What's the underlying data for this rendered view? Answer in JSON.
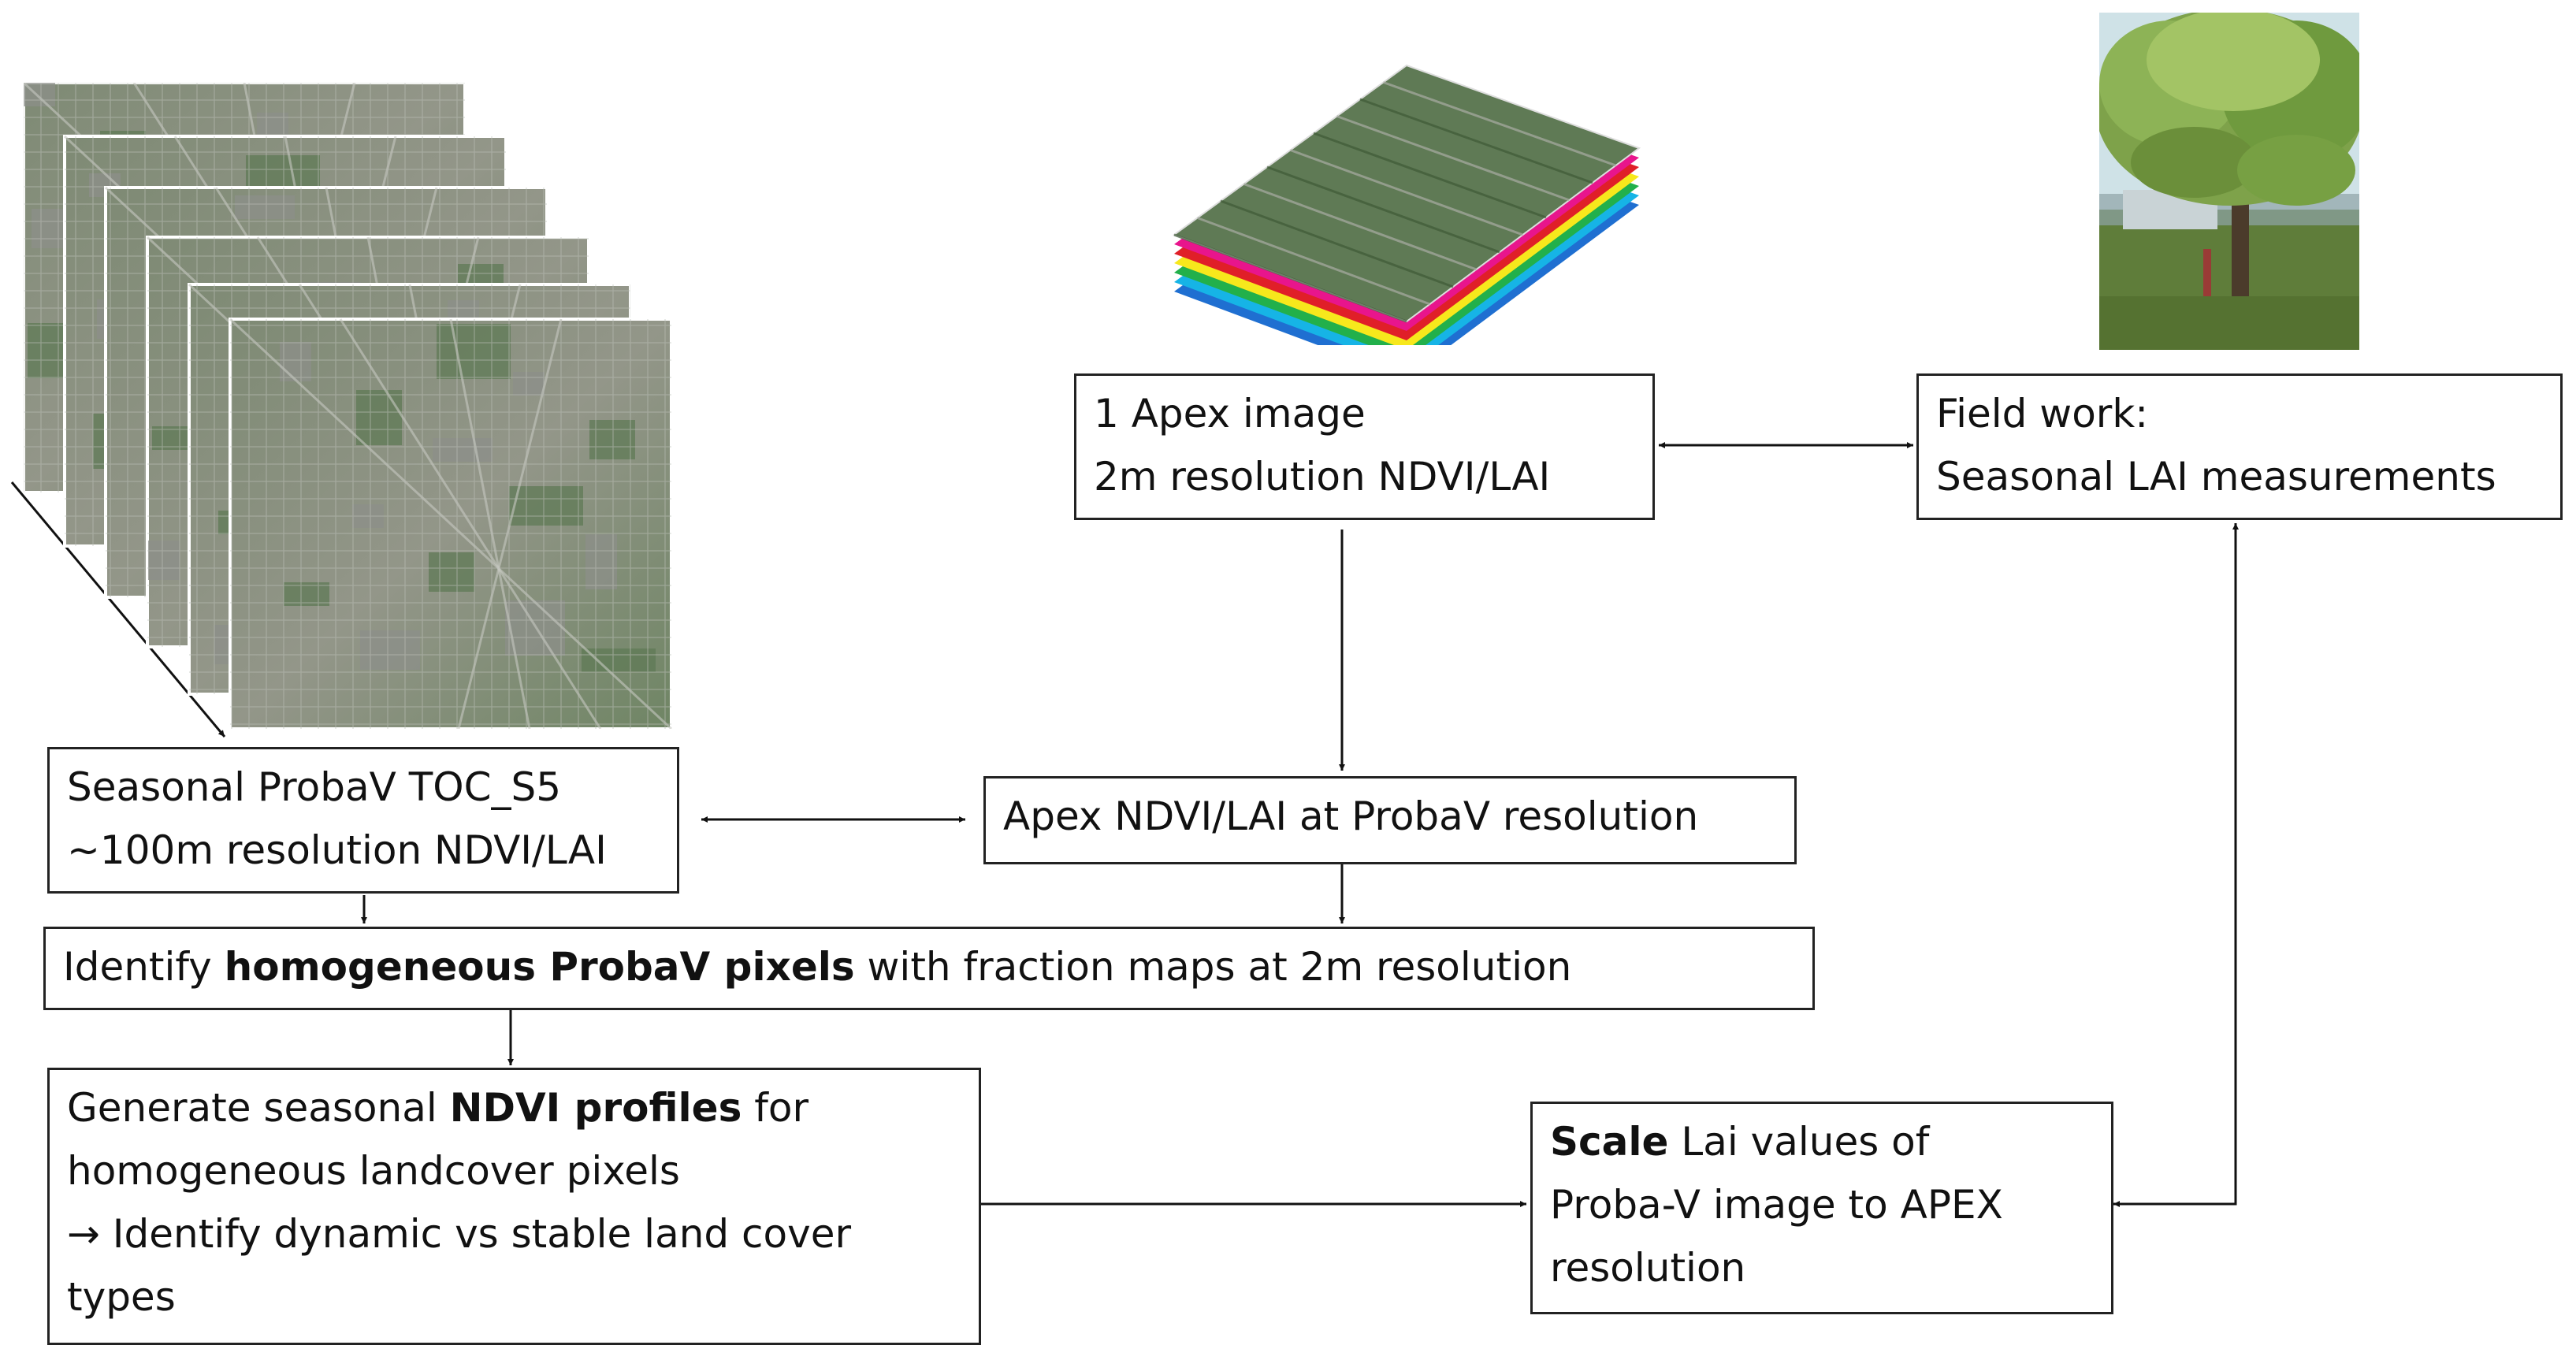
{
  "diagram": {
    "boxes": {
      "apex_image": {
        "line1": "1 Apex image",
        "line2": "2m resolution NDVI/LAI"
      },
      "field_work": {
        "line1": "Field work:",
        "line2": "Seasonal LAI measurements"
      },
      "probav": {
        "line1": "Seasonal ProbaV TOC_S5",
        "line2": "~100m resolution NDVI/LAI"
      },
      "apex_at_probav": {
        "line1": "Apex NDVI/LAI at ProbaV resolution"
      },
      "identify": {
        "prefix": "Identify ",
        "bold": "homogeneous ProbaV pixels",
        "suffix": " with fraction maps at 2m resolution"
      },
      "generate": {
        "line1_prefix": "Generate seasonal ",
        "line1_bold": "NDVI profiles",
        "line1_suffix": " for",
        "line2": "homogeneous landcover pixels",
        "line3": "→ Identify dynamic vs stable land cover",
        "line4": "types"
      },
      "scale": {
        "line1_bold": "Scale",
        "line1_suffix": " Lai values of",
        "line2": "Proba-V image to APEX",
        "line3": "resolution"
      }
    },
    "images": {
      "probav_stack_icon": "satellite-image-stack",
      "apex_cube_icon": "hyperspectral-image-cube",
      "field_photo_icon": "tree-photo"
    },
    "colors": {
      "cube_bands": [
        "#e8158c",
        "#e01f28",
        "#f7e81c",
        "#22b04b",
        "#16b4e6",
        "#1f6fd1"
      ],
      "aerial_green": "#5f7a55",
      "aerial_gray": "#8c8f8a"
    }
  }
}
